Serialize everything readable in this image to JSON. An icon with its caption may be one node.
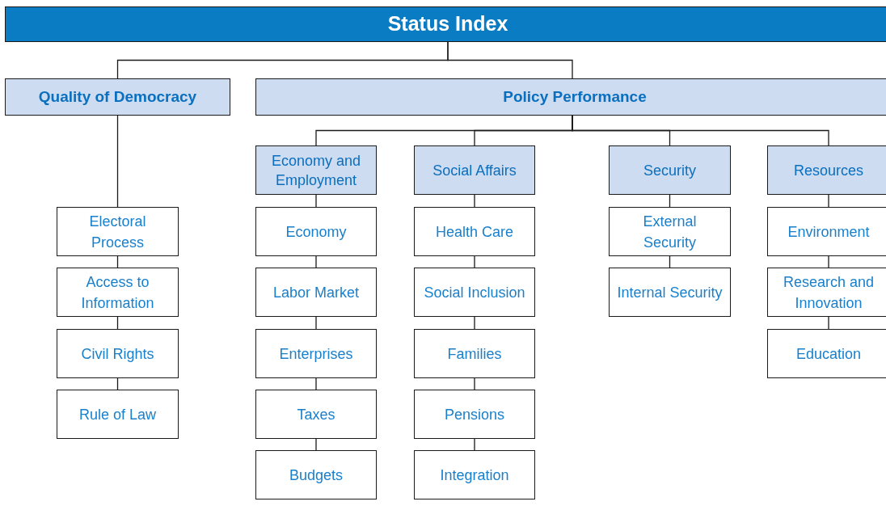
{
  "diagram": {
    "nodes": [
      {
        "text": [
          "Status Index"
        ]
      },
      {
        "text": [
          "Quality of Democracy"
        ]
      },
      {
        "text": [
          "Policy Performance"
        ]
      },
      {
        "text": [
          "Economy and Employment"
        ]
      },
      {
        "text": [
          "Social Affairs"
        ]
      },
      {
        "text": [
          "Security"
        ]
      },
      {
        "text": [
          "Resources"
        ]
      },
      {
        "text": [
          "Electoral Process"
        ]
      },
      {
        "text": [
          "Access to Information"
        ]
      },
      {
        "text": [
          "Civil Rights"
        ]
      },
      {
        "text": [
          "Rule of Law"
        ]
      },
      {
        "text": [
          "Economy"
        ]
      },
      {
        "text": [
          "Labor Market"
        ]
      },
      {
        "text": [
          "Enterprises"
        ]
      },
      {
        "text": [
          "Taxes"
        ]
      },
      {
        "text": [
          "Budgets"
        ]
      },
      {
        "text": [
          "Health Care"
        ]
      },
      {
        "text": [
          "Social Inclusion"
        ]
      },
      {
        "text": [
          "Families"
        ]
      },
      {
        "text": [
          "Pensions"
        ]
      },
      {
        "text": [
          "Integration"
        ]
      },
      {
        "text": [
          "External Security"
        ]
      },
      {
        "text": [
          "Internal Security"
        ]
      },
      {
        "text": [
          "Environment"
        ]
      },
      {
        "text": [
          "Research and Innovation"
        ]
      },
      {
        "text": [
          "Education"
        ]
      }
    ],
    "edges": [
      {
        "from": 0,
        "to": 1,
        "arrow": "none"
      },
      {
        "from": 0,
        "to": 2,
        "arrow": "none"
      },
      {
        "from": 1,
        "to": 7,
        "arrow": "none"
      },
      {
        "from": 7,
        "to": 8,
        "arrow": "none"
      },
      {
        "from": 8,
        "to": 9,
        "arrow": "none"
      },
      {
        "from": 9,
        "to": 10,
        "arrow": "none"
      },
      {
        "from": 2,
        "to": 3,
        "arrow": "none"
      },
      {
        "from": 2,
        "to": 4,
        "arrow": "none"
      },
      {
        "from": 2,
        "to": 5,
        "arrow": "none"
      },
      {
        "from": 2,
        "to": 6,
        "arrow": "none"
      },
      {
        "from": 3,
        "to": 11,
        "arrow": "none"
      },
      {
        "from": 11,
        "to": 12,
        "arrow": "none"
      },
      {
        "from": 12,
        "to": 13,
        "arrow": "none"
      },
      {
        "from": 13,
        "to": 14,
        "arrow": "none"
      },
      {
        "from": 14,
        "to": 15,
        "arrow": "none"
      },
      {
        "from": 4,
        "to": 16,
        "arrow": "none"
      },
      {
        "from": 16,
        "to": 17,
        "arrow": "none"
      },
      {
        "from": 17,
        "to": 18,
        "arrow": "none"
      },
      {
        "from": 18,
        "to": 19,
        "arrow": "none"
      },
      {
        "from": 19,
        "to": 20,
        "arrow": "none"
      },
      {
        "from": 5,
        "to": 21,
        "arrow": "none"
      },
      {
        "from": 21,
        "to": 22,
        "arrow": "none"
      },
      {
        "from": 6,
        "to": 23,
        "arrow": "none"
      },
      {
        "from": 23,
        "to": 24,
        "arrow": "none"
      },
      {
        "from": 24,
        "to": 25,
        "arrow": "none"
      }
    ]
  }
}
